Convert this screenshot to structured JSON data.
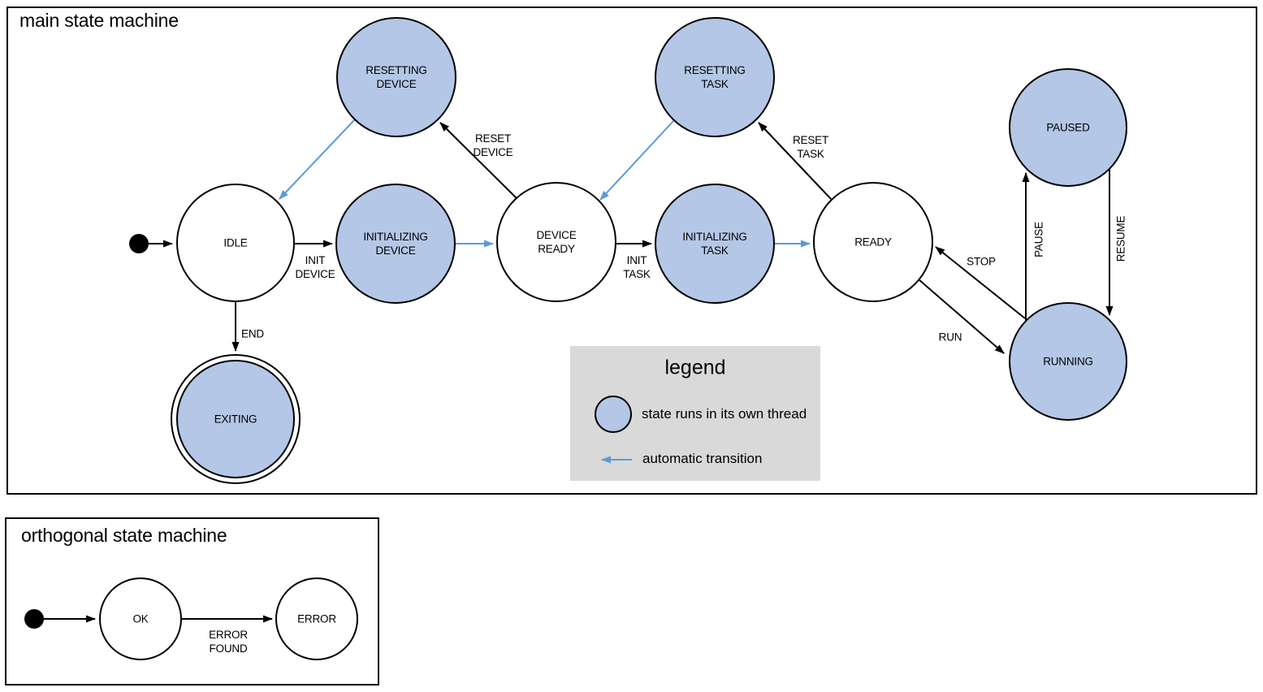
{
  "main": {
    "title": "main state machine",
    "states": {
      "idle": "IDLE",
      "resetting_device": [
        "RESETTING",
        "DEVICE"
      ],
      "initializing_device": [
        "INITIALIZING",
        "DEVICE"
      ],
      "device_ready": [
        "DEVICE",
        "READY"
      ],
      "resetting_task": [
        "RESETTING",
        "TASK"
      ],
      "initializing_task": [
        "INITIALIZING",
        "TASK"
      ],
      "ready": "READY",
      "paused": "PAUSED",
      "running": "RUNNING",
      "exiting": "EXITING"
    },
    "transitions": {
      "init_device": [
        "INIT",
        "DEVICE"
      ],
      "reset_device": [
        "RESET",
        "DEVICE"
      ],
      "init_task": [
        "INIT",
        "TASK"
      ],
      "reset_task": [
        "RESET",
        "TASK"
      ],
      "end": "END",
      "stop": "STOP",
      "run": "RUN",
      "pause": "PAUSE",
      "resume": "RESUME"
    }
  },
  "legend": {
    "title": "legend",
    "thread_label": "state runs in its own thread",
    "auto_label": "automatic transition"
  },
  "orthogonal": {
    "title": "orthogonal state machine",
    "states": {
      "ok": "OK",
      "error": "ERROR"
    },
    "transitions": {
      "error_found": [
        "ERROR",
        "FOUND"
      ]
    }
  },
  "colors": {
    "thread_state_fill": "#b4c7e7",
    "state_stroke": "#000000",
    "auto_transition_blue": "#5b9bd5",
    "legend_background": "#d9d9d9"
  }
}
